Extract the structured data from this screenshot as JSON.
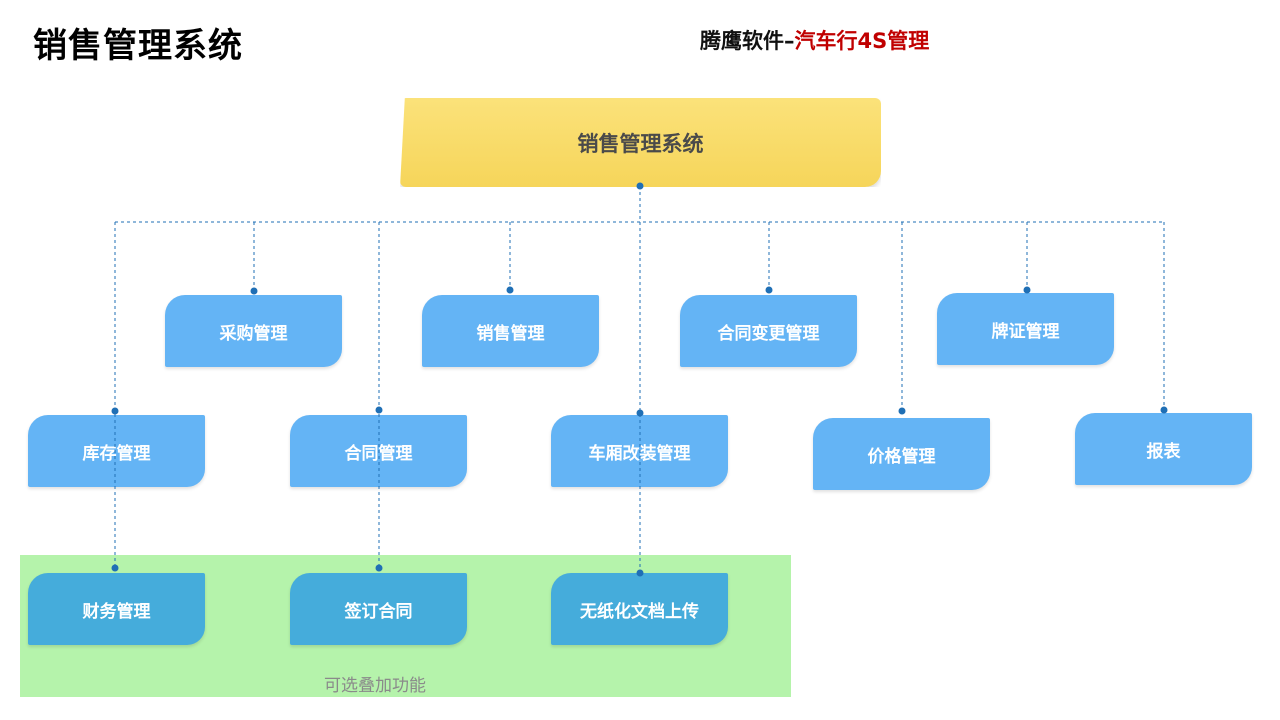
{
  "header": {
    "title": "销售管理系统",
    "brand_prefix": "腾鹰软件–",
    "brand_accent": "汽车行4S管理"
  },
  "root": {
    "label": "销售管理系统"
  },
  "modules_row1": [
    {
      "label": "采购管理"
    },
    {
      "label": "销售管理"
    },
    {
      "label": "合同变更管理"
    },
    {
      "label": "牌证管理"
    }
  ],
  "modules_row2": [
    {
      "label": "库存管理"
    },
    {
      "label": "合同管理"
    },
    {
      "label": "车厢改装管理"
    },
    {
      "label": "价格管理"
    },
    {
      "label": "报表"
    }
  ],
  "optional": {
    "label": "可选叠加功能",
    "modules": [
      {
        "label": "财务管理"
      },
      {
        "label": "签订合同"
      },
      {
        "label": "无纸化文档上传"
      }
    ]
  },
  "colors": {
    "root_fill": "#f6d55a",
    "node_fill": "#64b4f5",
    "optional_node_fill": "#45acdb",
    "optional_area": "#b5f3ab",
    "connector": "#1f6fb5",
    "brand_accent": "#c00000"
  }
}
